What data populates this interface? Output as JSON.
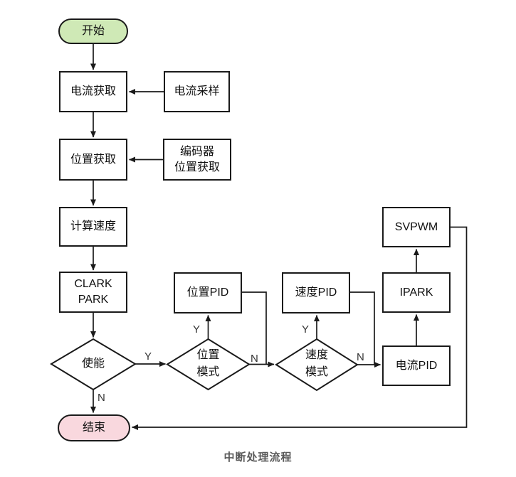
{
  "diagram": {
    "caption": "中断处理流程",
    "colors": {
      "start_fill": "#cfe9b6",
      "end_fill": "#f9d8de",
      "line": "#1a1a1a",
      "caption_text": "#5a5a5a"
    },
    "nodes": {
      "start": "开始",
      "current_acquire": "电流获取",
      "current_sample": "电流采样",
      "position_acquire": "位置获取",
      "encoder_line1": "编码器",
      "encoder_line2": "位置获取",
      "calc_speed": "计算速度",
      "clark_line1": "CLARK",
      "clark_line2": "PARK",
      "enable": "使能",
      "position_pid": "位置PID",
      "position_mode_line1": "位置",
      "position_mode_line2": "模式",
      "speed_pid": "速度PID",
      "speed_mode_line1": "速度",
      "speed_mode_line2": "模式",
      "svpwm": "SVPWM",
      "ipark": "IPARK",
      "current_pid": "电流PID",
      "end": "结束"
    },
    "edge_labels": {
      "enable_yes": "Y",
      "enable_no": "N",
      "position_mode_yes": "Y",
      "position_mode_no": "N",
      "speed_mode_yes": "Y",
      "speed_mode_no": "N"
    }
  }
}
